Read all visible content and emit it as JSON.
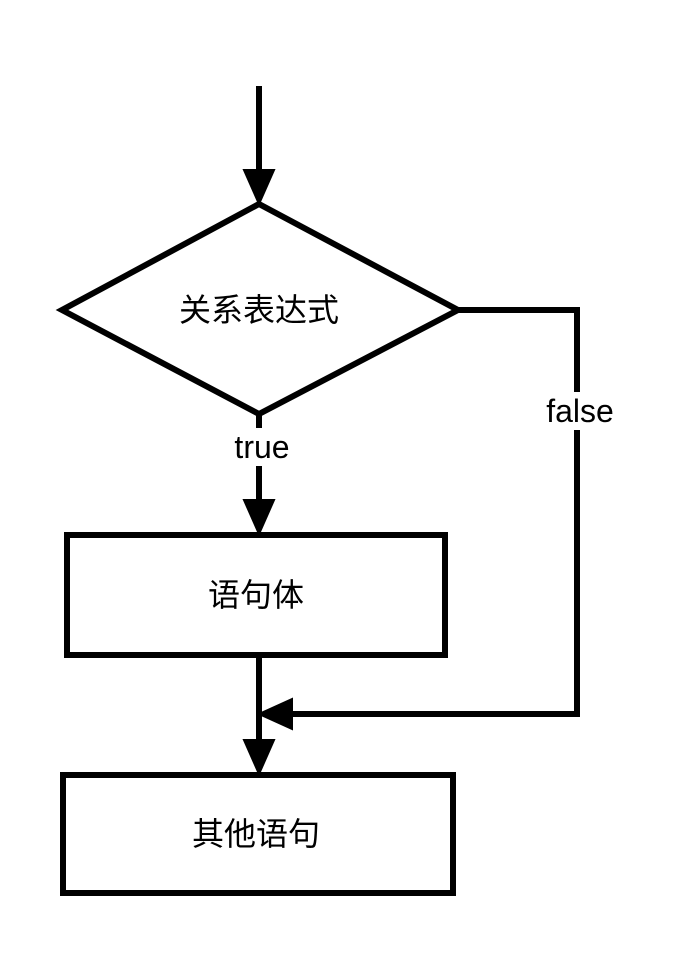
{
  "nodes": {
    "condition": {
      "label": "关系表达式",
      "shape": "diamond"
    },
    "body": {
      "label": "语句体",
      "shape": "rectangle"
    },
    "next": {
      "label": "其他语句",
      "shape": "rectangle"
    }
  },
  "edges": {
    "true_branch": {
      "label": "true",
      "from": "condition",
      "to": "body"
    },
    "false_branch": {
      "label": "false",
      "from": "condition",
      "to": "next"
    }
  },
  "colors": {
    "stroke": "#000000",
    "fill": "#ffffff",
    "text": "#000000"
  }
}
